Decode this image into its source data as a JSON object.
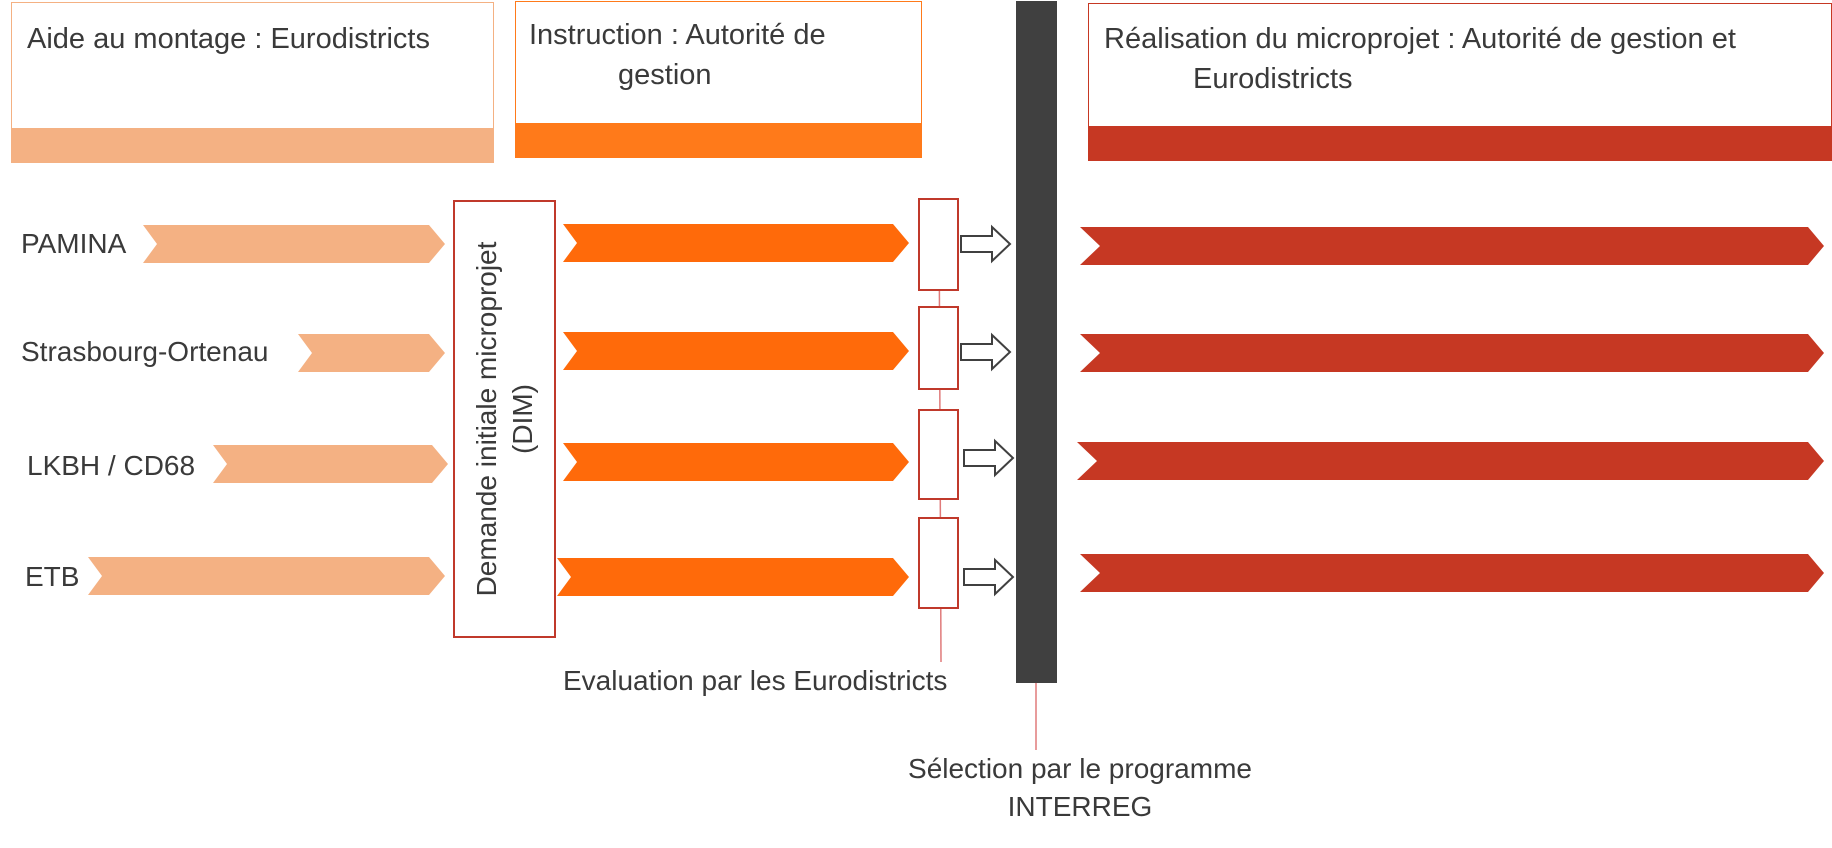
{
  "phases": {
    "montage": {
      "label": "Aide au montage : Eurodistricts",
      "color": "#f4b183"
    },
    "instruction": {
      "line1": "Instruction : Autorité de",
      "line2": "gestion",
      "color": "#ff7a1a"
    },
    "realisation": {
      "line1": "Réalisation du microprojet : Autorité de gestion et",
      "line2": "Eurodistricts",
      "color": "#c63823"
    }
  },
  "regions": [
    "PAMINA",
    "Strasbourg-Ortenau",
    "LKBH / CD68",
    "ETB"
  ],
  "dim": {
    "line1": "Demande initiale microprojet",
    "line2": "(DIM)"
  },
  "evaluation_label": "Evaluation par les Eurodistricts",
  "selection": {
    "line1": "Sélection par le programme",
    "line2": "INTERREG"
  },
  "colors": {
    "peach": "#f4b183",
    "orange": "#ff6a0a",
    "red": "#c63823",
    "bar": "#404040",
    "outline": "#c0392b"
  }
}
